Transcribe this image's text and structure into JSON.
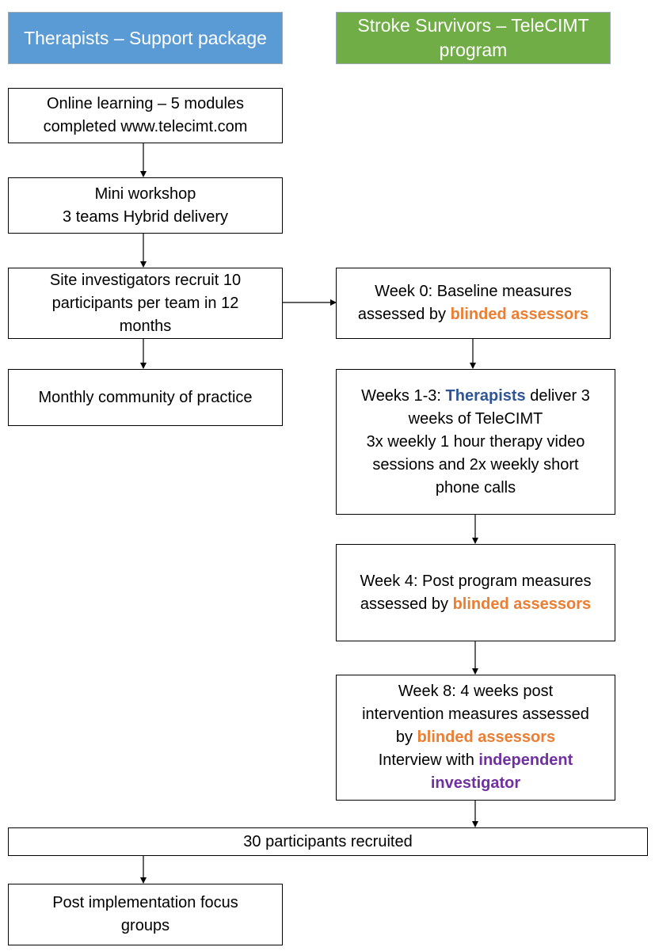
{
  "headers": {
    "therapists": "Therapists – Support package",
    "survivors": "Stroke Survivors – TeleCIMT program"
  },
  "colors": {
    "therapists_header": "#5b9bd5",
    "survivors_header": "#70ad47",
    "highlight_orange": "#ed7d31",
    "highlight_blue": "#2f5597",
    "highlight_purple": "#7030a0"
  },
  "left": {
    "online_learning": [
      "Online learning – 5 modules",
      "completed www.telecimt.com"
    ],
    "mini_workshop": [
      "Mini workshop",
      "3 teams Hybrid delivery"
    ],
    "site_investigators": [
      "Site investigators recruit 10",
      "participants per team in 12",
      "months"
    ],
    "community_of_practice": "Monthly community of practice"
  },
  "right": {
    "week0": {
      "line1": "Week 0: Baseline measures",
      "line2_prefix": "assessed by ",
      "line2_highlight": "blinded assessors"
    },
    "weeks1_3": {
      "line1_prefix": "Weeks 1-3: ",
      "line1_highlight": "Therapists",
      "line1_suffix": " deliver 3",
      "lines": [
        "weeks of TeleCIMT",
        "3x weekly 1 hour therapy video",
        "sessions and 2x weekly short",
        "phone calls"
      ]
    },
    "week4": {
      "line1": "Week 4: Post program measures",
      "line2_prefix": "assessed by ",
      "line2_highlight": "blinded assessors"
    },
    "week8": {
      "line1": "Week 8: 4 weeks post",
      "line2": "intervention measures assessed",
      "line3_prefix": "by ",
      "line3_highlight": "blinded assessors",
      "line4_prefix": "Interview with ",
      "line4_highlight": "independent",
      "line5_highlight": "investigator"
    }
  },
  "bottom": {
    "recruited": "30 participants recruited",
    "focus_groups": [
      "Post implementation focus",
      "groups"
    ]
  }
}
